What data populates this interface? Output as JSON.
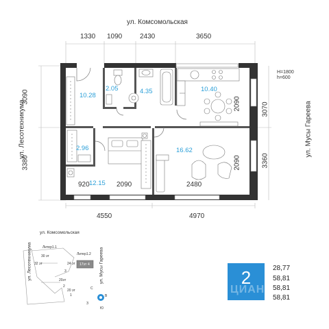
{
  "streets": {
    "top": "ул. Комсомольская",
    "left": "ул. Лесотехникума",
    "right": "ул. Мусы Гареева"
  },
  "dimensions": {
    "top": [
      "1330",
      "1090",
      "2430",
      "3650"
    ],
    "left": [
      "3090",
      "3380"
    ],
    "right": [
      "3070",
      "3360"
    ],
    "inner_right": [
      "2090",
      "2090"
    ],
    "inner_bottom": [
      "920",
      "2090",
      "2480"
    ],
    "bottom": [
      "4550",
      "4970"
    ]
  },
  "window_note": {
    "h1": "H=1800",
    "h2": "h=600"
  },
  "rooms": {
    "hall": "10.28",
    "wc": "2.05",
    "bath": "4.35",
    "kitchen": "10.40",
    "closet": "2.96",
    "bedroom": "12.15",
    "living": "16.62"
  },
  "minimap": {
    "street_top": "ул. Комсомольская",
    "street_left": "ул. Лесотехникума",
    "street_right": "ул. Мусы Гареева",
    "litera1": "Литер1.1",
    "litera2": "Литер1.2",
    "floors": [
      "30 эт",
      "32 эт",
      "24 эт",
      "17эт",
      "20эт",
      "20 эт"
    ],
    "nums": [
      "1",
      "2",
      "3",
      "4"
    ],
    "highlight_num": "4",
    "compass": {
      "n": "С",
      "s": "Ю",
      "w": "З",
      "e": "В"
    }
  },
  "badge": {
    "rooms": "2",
    "watermark": "ЦИАН",
    "color": "#2a8fd6"
  },
  "areas": [
    "28,77",
    "58,81",
    "58,81",
    "58,81"
  ]
}
